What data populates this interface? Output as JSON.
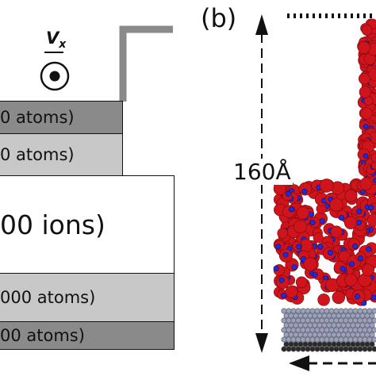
{
  "left_panel": {
    "velocity_symbol": "V",
    "velocity_subscript": "x",
    "layers": [
      {
        "text": "0 atoms)",
        "fill": "#8a8a8a"
      },
      {
        "text": "0 atoms)",
        "fill": "#c8c8c8"
      },
      {
        "text": "00 ions)",
        "fill": "#ffffff"
      },
      {
        "text": "000 atoms)",
        "fill": "#c8c8c8"
      },
      {
        "text": "00 atoms)",
        "fill": "#8a8a8a"
      }
    ]
  },
  "right_panel": {
    "label": "(b)",
    "height_label": "160Å",
    "colors": {
      "oxygen": "#d0141c",
      "cation": "#1f2bd8",
      "substrate": "#9aa0c0",
      "substrate_dark": "#2a2a2a"
    }
  }
}
